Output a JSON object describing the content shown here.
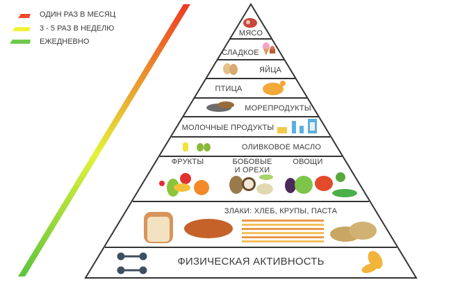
{
  "legend": [
    {
      "label": "ОДИН РАЗ В МЕСЯЦ",
      "color": "#ee4a2a"
    },
    {
      "label": "3 - 5 РАЗ В НЕДЕЛЮ",
      "color": "#eef23a"
    },
    {
      "label": "ЕЖЕДНЕВНО",
      "color": "#6fc94a"
    }
  ],
  "pyramid": {
    "meat": "МЯСО",
    "sweets": "СЛАДКОЕ",
    "eggs": "ЯЙЦА",
    "poultry": "ПТИЦА",
    "seafood": "МОРЕПРОДУКТЫ",
    "dairy": "МОЛОЧНЫЕ ПРОДУКТЫ",
    "olive_oil": "ОЛИВКОВОЕ МАСЛО",
    "fruits": "ФРУКТЫ",
    "legumes_line1": "БОБОВЫЕ",
    "legumes_line2": "И ОРЕХИ",
    "vegetables": "ОВОЩИ",
    "grains": "ЗЛАКИ: ХЛЕБ, КРУПЫ, ПАСТА",
    "activity": "ФИЗИЧЕСКАЯ АКТИВНОСТЬ"
  }
}
